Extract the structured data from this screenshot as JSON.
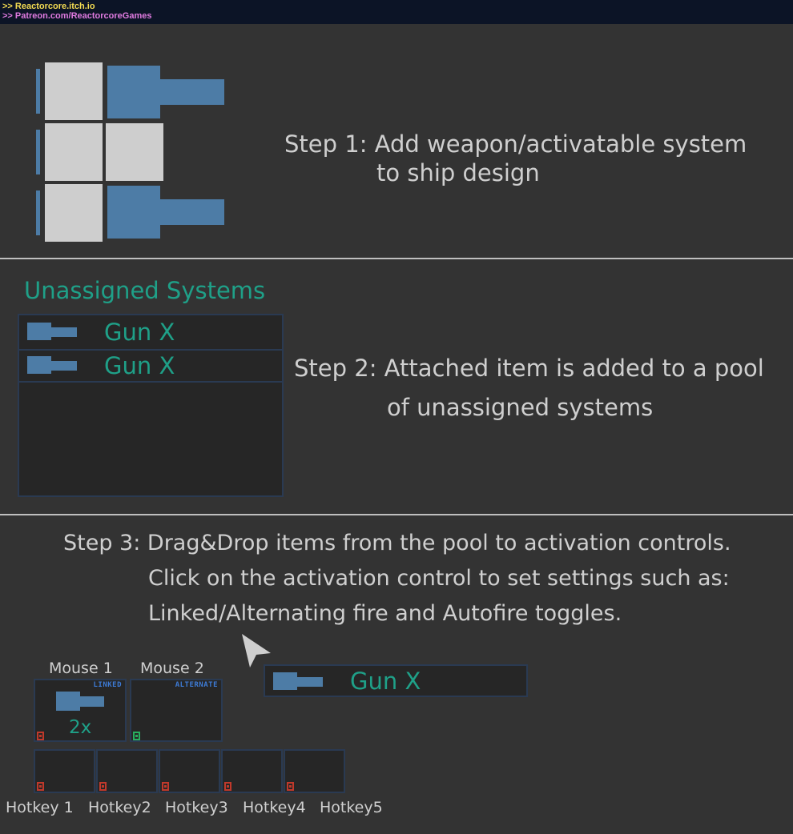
{
  "banner": {
    "line1": ">> Reactorcore.itch.io",
    "line2": ">> Patreon.com/ReactorcoreGames"
  },
  "step1": {
    "line1": "Step 1: Add weapon/activatable system",
    "line2": "to ship design"
  },
  "step2": {
    "pool_title": "Unassigned Systems",
    "items": [
      "Gun X",
      "Gun X"
    ],
    "line1": "Step 2: Attached item is added to a pool",
    "line2": "of unassigned systems"
  },
  "step3": {
    "line1": "Step 3: Drag&Drop items from the pool to activation controls.",
    "line2": "Click on the activation control to set settings such as:",
    "line3": "Linked/Alternating fire and Autofire toggles.",
    "dragged_item": "Gun X"
  },
  "mouse_slots": [
    {
      "label": "Mouse 1",
      "tag": "LINKED",
      "count": "2x"
    },
    {
      "label": "Mouse 2",
      "tag": "ALTERNATE"
    }
  ],
  "hotkeys": [
    "Hotkey 1",
    "Hotkey2",
    "Hotkey3",
    "Hotkey4",
    "Hotkey5"
  ],
  "colors": {
    "background": "#333333",
    "banner": "#0c1426",
    "accent_teal": "#1fa088",
    "module_blue": "#4d7ca6",
    "lock_red": "#c0392b",
    "lock_green": "#27ae60"
  }
}
